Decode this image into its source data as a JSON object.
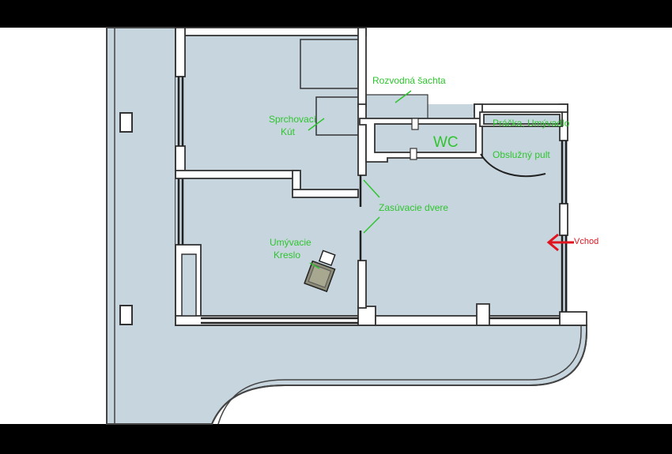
{
  "colors": {
    "frame": "#000000",
    "floor": "#c7d6de",
    "background": "#ffffff",
    "wall_fill": "#ffffff",
    "wall_stroke": "#444444",
    "label_green": "#2fc42f",
    "label_red": "#e0141e"
  },
  "labels": {
    "riser_shaft": "Rozvodná šachta",
    "shower_line1": "Sprchovací",
    "shower_line2": "Kút",
    "wc": "WC",
    "laundry": "Práčka, Umývadlo",
    "service_counter": "Obslužný pult",
    "sliding_door": "Zasúvacie dvere",
    "wash_chair_line1": "Umývacie",
    "wash_chair_line2": "Kreslo",
    "entrance": "Vchod"
  },
  "icons": {
    "entrance_arrow": "arrow-left-icon",
    "wash_chair": "chair-icon"
  }
}
